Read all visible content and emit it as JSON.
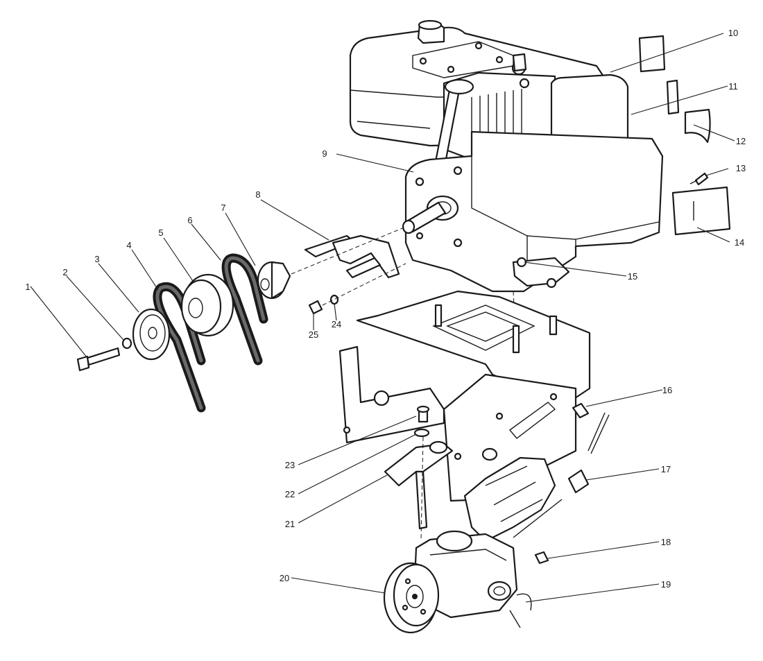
{
  "callouts": [
    {
      "id": "1",
      "label": "1"
    },
    {
      "id": "2",
      "label": "2"
    },
    {
      "id": "3",
      "label": "3"
    },
    {
      "id": "4",
      "label": "4"
    },
    {
      "id": "5",
      "label": "5"
    },
    {
      "id": "6",
      "label": "6"
    },
    {
      "id": "7",
      "label": "7"
    },
    {
      "id": "8",
      "label": "8"
    },
    {
      "id": "9",
      "label": "9"
    },
    {
      "id": "10",
      "label": "10"
    },
    {
      "id": "11",
      "label": "11"
    },
    {
      "id": "12",
      "label": "12"
    },
    {
      "id": "13",
      "label": "13"
    },
    {
      "id": "14",
      "label": "14"
    },
    {
      "id": "15",
      "label": "15"
    },
    {
      "id": "16",
      "label": "16"
    },
    {
      "id": "17",
      "label": "17"
    },
    {
      "id": "18",
      "label": "18"
    },
    {
      "id": "19",
      "label": "19"
    },
    {
      "id": "20",
      "label": "20"
    },
    {
      "id": "21",
      "label": "21"
    },
    {
      "id": "22",
      "label": "22"
    },
    {
      "id": "23",
      "label": "23"
    },
    {
      "id": "24",
      "label": "24"
    },
    {
      "id": "25",
      "label": "25"
    }
  ],
  "colors": {
    "line": "#1a1a1a",
    "background": "#ffffff"
  }
}
